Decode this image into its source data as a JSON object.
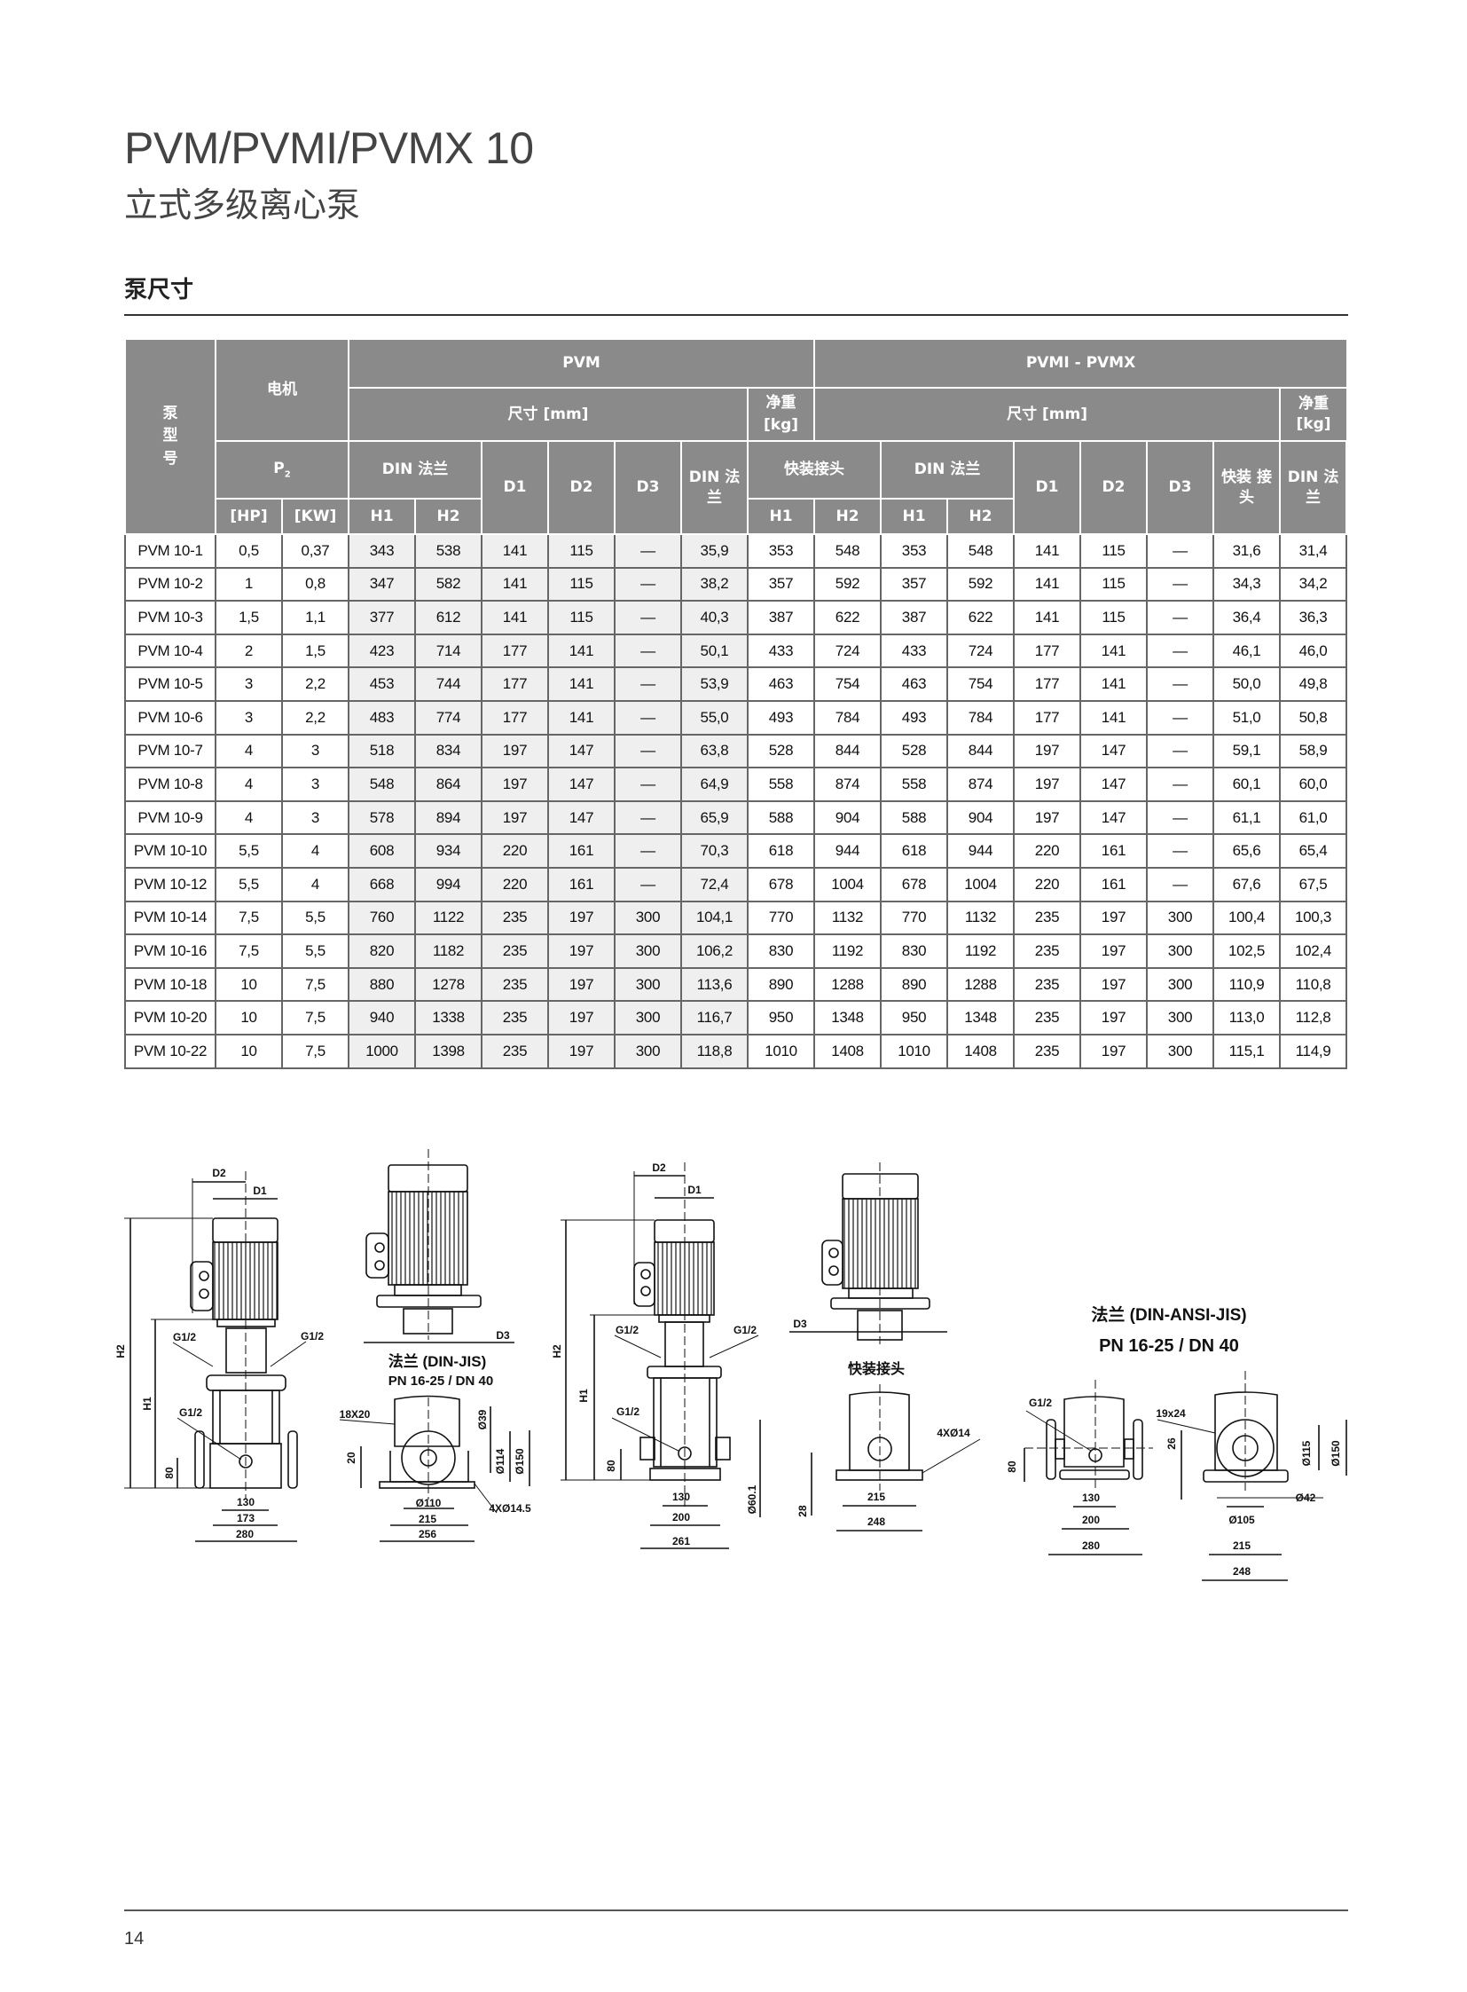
{
  "header": {
    "title": "PVM/PVMI/PVMX 10",
    "subtitle": "立式多级离心泵"
  },
  "section_title": "泵尺寸",
  "table": {
    "col_model": "泵型号",
    "col_motor": "电机",
    "group_pvm": "PVM",
    "group_pvmi": "PVMI - PVMX",
    "dims_mm": "尺寸 [mm]",
    "pvm_weight": "净重 [kg]",
    "pvmi_weight": "净重 [kg]",
    "p2": "P",
    "p2_sub": "2",
    "din_flange": "DIN 法兰",
    "quick_connector": "快装接头",
    "hp": "[HP]",
    "kw": "[KW]",
    "h1": "H1",
    "h2": "H2",
    "d1": "D1",
    "d2": "D2",
    "d3": "D3",
    "din_flange_weight": "DIN 法兰",
    "quick_connector_weight": "快装 接头",
    "rows": [
      [
        "PVM 10-1",
        "0,5",
        "0,37",
        "343",
        "538",
        "141",
        "115",
        "—",
        "35,9",
        "353",
        "548",
        "353",
        "548",
        "141",
        "115",
        "—",
        "31,6",
        "31,4"
      ],
      [
        "PVM 10-2",
        "1",
        "0,8",
        "347",
        "582",
        "141",
        "115",
        "—",
        "38,2",
        "357",
        "592",
        "357",
        "592",
        "141",
        "115",
        "—",
        "34,3",
        "34,2"
      ],
      [
        "PVM 10-3",
        "1,5",
        "1,1",
        "377",
        "612",
        "141",
        "115",
        "—",
        "40,3",
        "387",
        "622",
        "387",
        "622",
        "141",
        "115",
        "—",
        "36,4",
        "36,3"
      ],
      [
        "PVM 10-4",
        "2",
        "1,5",
        "423",
        "714",
        "177",
        "141",
        "—",
        "50,1",
        "433",
        "724",
        "433",
        "724",
        "177",
        "141",
        "—",
        "46,1",
        "46,0"
      ],
      [
        "PVM 10-5",
        "3",
        "2,2",
        "453",
        "744",
        "177",
        "141",
        "—",
        "53,9",
        "463",
        "754",
        "463",
        "754",
        "177",
        "141",
        "—",
        "50,0",
        "49,8"
      ],
      [
        "PVM 10-6",
        "3",
        "2,2",
        "483",
        "774",
        "177",
        "141",
        "—",
        "55,0",
        "493",
        "784",
        "493",
        "784",
        "177",
        "141",
        "—",
        "51,0",
        "50,8"
      ],
      [
        "PVM 10-7",
        "4",
        "3",
        "518",
        "834",
        "197",
        "147",
        "—",
        "63,8",
        "528",
        "844",
        "528",
        "844",
        "197",
        "147",
        "—",
        "59,1",
        "58,9"
      ],
      [
        "PVM 10-8",
        "4",
        "3",
        "548",
        "864",
        "197",
        "147",
        "—",
        "64,9",
        "558",
        "874",
        "558",
        "874",
        "197",
        "147",
        "—",
        "60,1",
        "60,0"
      ],
      [
        "PVM 10-9",
        "4",
        "3",
        "578",
        "894",
        "197",
        "147",
        "—",
        "65,9",
        "588",
        "904",
        "588",
        "904",
        "197",
        "147",
        "—",
        "61,1",
        "61,0"
      ],
      [
        "PVM 10-10",
        "5,5",
        "4",
        "608",
        "934",
        "220",
        "161",
        "—",
        "70,3",
        "618",
        "944",
        "618",
        "944",
        "220",
        "161",
        "—",
        "65,6",
        "65,4"
      ],
      [
        "PVM 10-12",
        "5,5",
        "4",
        "668",
        "994",
        "220",
        "161",
        "—",
        "72,4",
        "678",
        "1004",
        "678",
        "1004",
        "220",
        "161",
        "—",
        "67,6",
        "67,5"
      ],
      [
        "PVM 10-14",
        "7,5",
        "5,5",
        "760",
        "1122",
        "235",
        "197",
        "300",
        "104,1",
        "770",
        "1132",
        "770",
        "1132",
        "235",
        "197",
        "300",
        "100,4",
        "100,3"
      ],
      [
        "PVM 10-16",
        "7,5",
        "5,5",
        "820",
        "1182",
        "235",
        "197",
        "300",
        "106,2",
        "830",
        "1192",
        "830",
        "1192",
        "235",
        "197",
        "300",
        "102,5",
        "102,4"
      ],
      [
        "PVM 10-18",
        "10",
        "7,5",
        "880",
        "1278",
        "235",
        "197",
        "300",
        "113,6",
        "890",
        "1288",
        "890",
        "1288",
        "235",
        "197",
        "300",
        "110,9",
        "110,8"
      ],
      [
        "PVM 10-20",
        "10",
        "7,5",
        "940",
        "1338",
        "235",
        "197",
        "300",
        "116,7",
        "950",
        "1348",
        "950",
        "1348",
        "235",
        "197",
        "300",
        "113,0",
        "112,8"
      ],
      [
        "PVM 10-22",
        "10",
        "7,5",
        "1000",
        "1398",
        "235",
        "197",
        "300",
        "118,8",
        "1010",
        "1408",
        "1010",
        "1408",
        "235",
        "197",
        "300",
        "115,1",
        "114,9"
      ]
    ]
  },
  "drawings": {
    "din_front": {
      "labels": [
        "D2",
        "D1",
        "H2",
        "H1",
        "G1/2",
        "G1/2",
        "G1/2",
        "80",
        "130",
        "173",
        "280"
      ]
    },
    "din_views": {
      "caption": "法兰 (DIN-JIS)",
      "caption2": "PN  16-25   /   DN 40",
      "labels": [
        "D3",
        "18X20",
        "20",
        "Ø39",
        "Ø114",
        "Ø150",
        "Ø110",
        "215",
        "256",
        "4XØ14.5"
      ]
    },
    "pvmi_front": {
      "labels": [
        "D2",
        "D1",
        "H2",
        "H1",
        "G1/2",
        "G1/2",
        "G1/2",
        "80",
        "Ø60.1",
        "130",
        "200",
        "261"
      ]
    },
    "quick_views": {
      "caption": "快装接头",
      "labels": [
        "D3",
        "4XØ14",
        "28",
        "215",
        "248"
      ]
    },
    "ansi_views": {
      "caption": "法兰 (DIN-ANSI-JIS)",
      "caption2": "PN    16-25    /   DN 40",
      "labels": [
        "G1/2",
        "80",
        "130",
        "200",
        "280",
        "19x24",
        "26",
        "Ø115",
        "Ø150",
        "Ø42",
        "Ø105",
        "215",
        "248"
      ]
    }
  },
  "footer": {
    "page_number": "14"
  },
  "colors": {
    "header_bg": "#8a8a8a",
    "shaded_cell": "#efefef"
  }
}
